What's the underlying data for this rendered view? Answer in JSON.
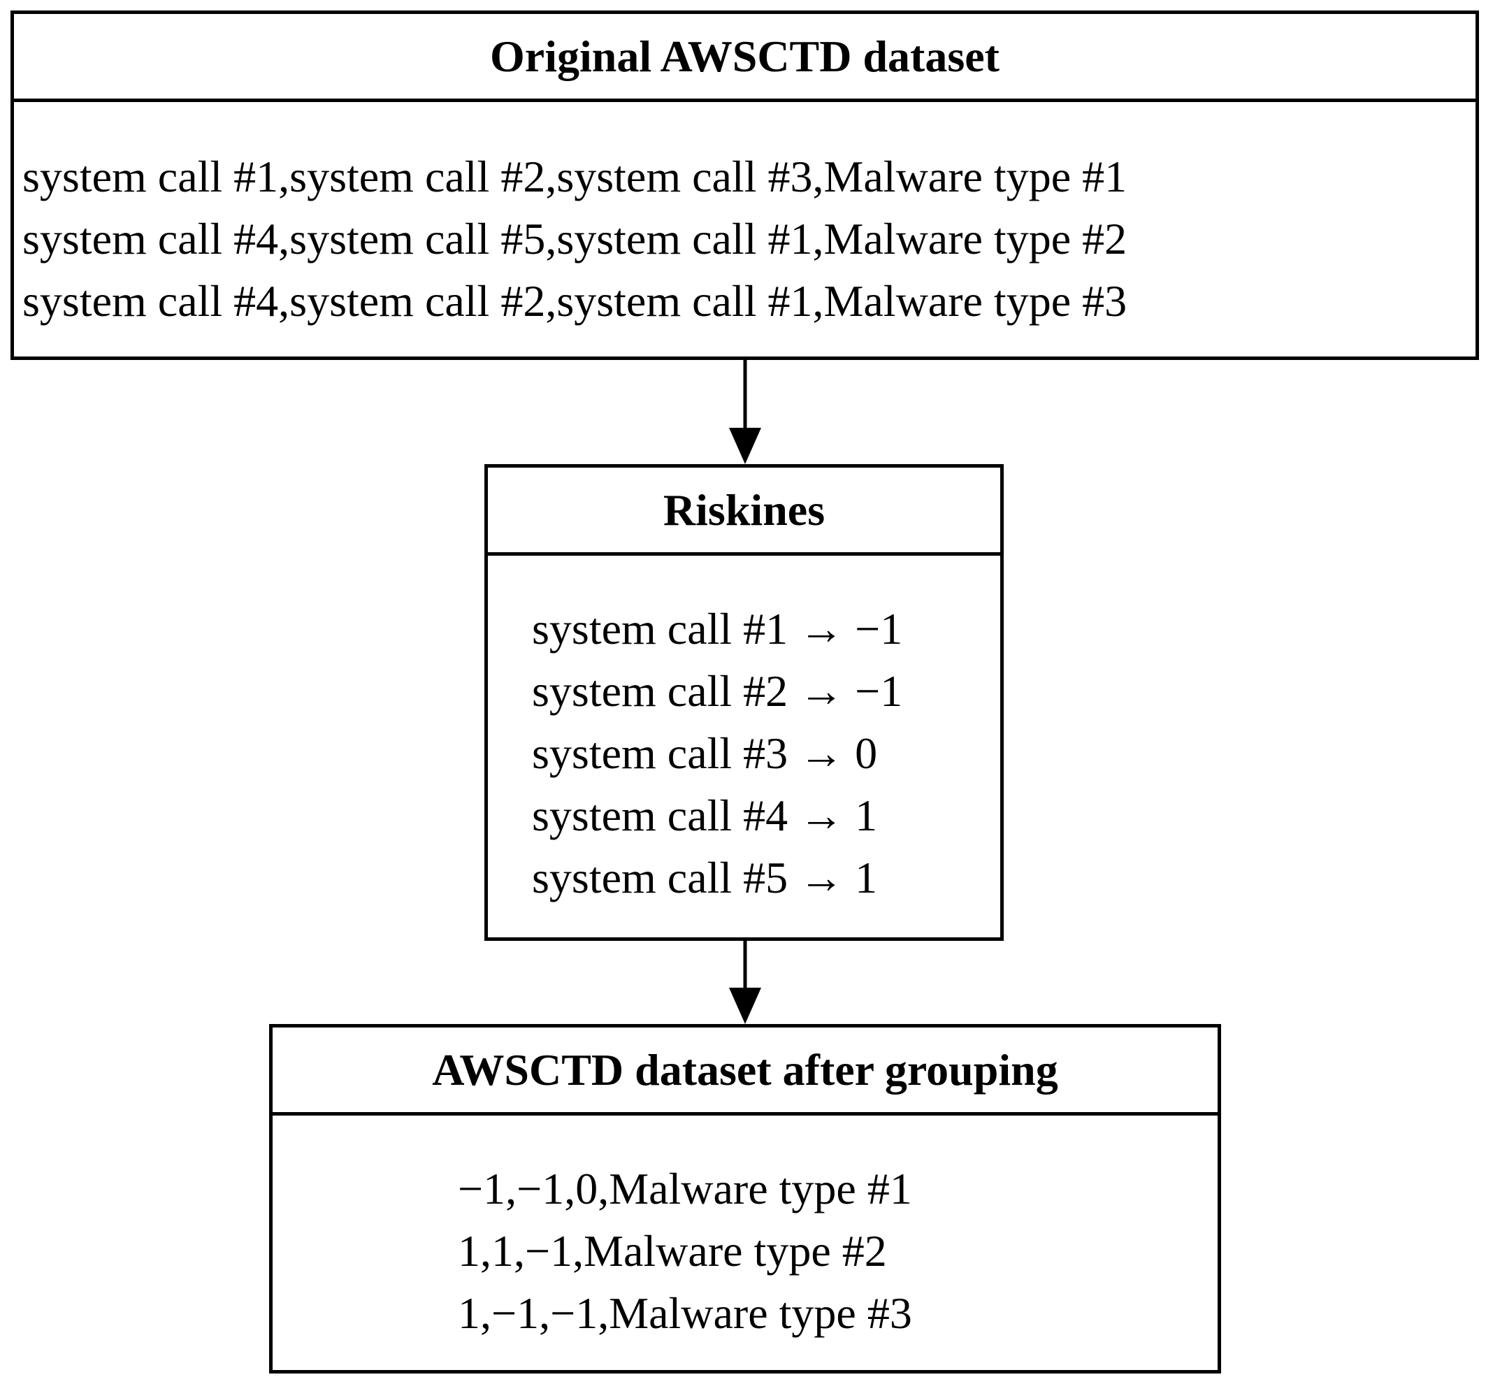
{
  "boxes": {
    "original": {
      "title": "Original AWSCTD dataset",
      "lines": [
        "system call #1,system call #2,system call #3,Malware type #1",
        "system call #4,system call #5,system call #1,Malware type #2",
        "system call #4,system call #2,system call #1,Malware type #3"
      ]
    },
    "riskines": {
      "title": "Riskines",
      "lines": [
        "system call #1 → −1",
        "system call #2 → −1",
        "system call #3 → 0",
        "system call #4 → 1",
        "system call #5 → 1"
      ]
    },
    "grouped": {
      "title": "AWSCTD dataset after grouping",
      "lines": [
        "−1,−1,0,Malware type #1",
        "1,1,−1,Malware type #2",
        "1,−1,−1,Malware type #3"
      ]
    }
  },
  "colors": {
    "stroke": "#000000",
    "background": "#ffffff"
  }
}
